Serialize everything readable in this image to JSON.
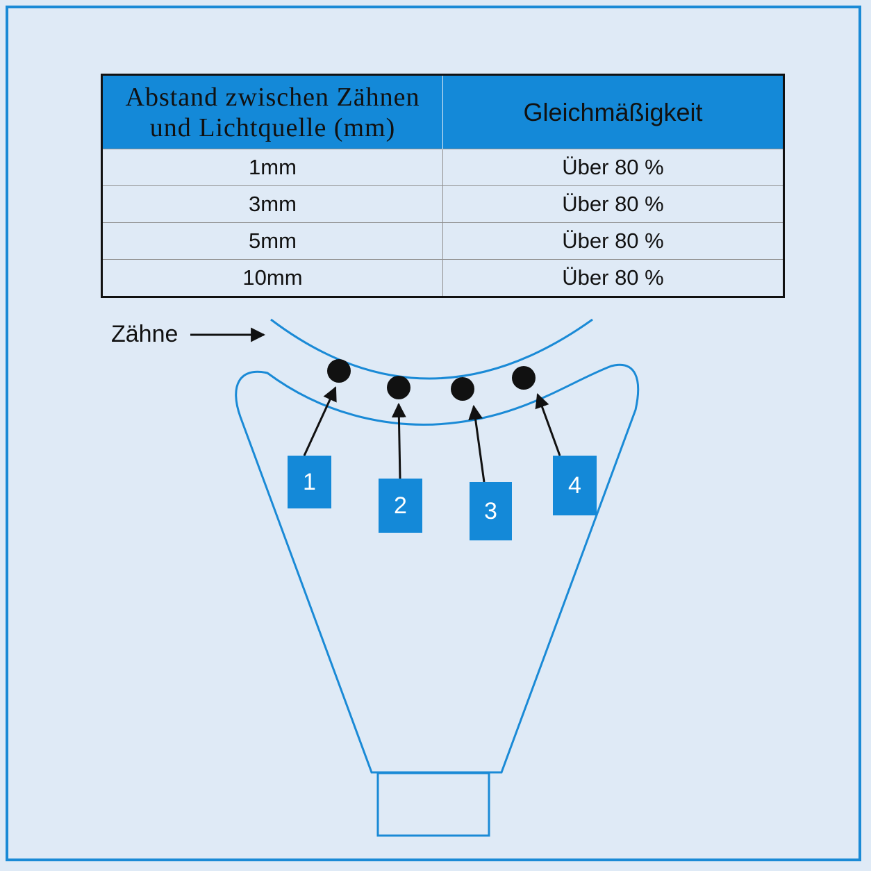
{
  "table": {
    "header_distance": "Abstand zwischen Zähnen und Lichtquelle (mm)",
    "header_distance_line1": "Abstand zwischen Zähnen",
    "header_distance_line2": "und Lichtquelle (mm)",
    "header_uniformity": "Gleichmäßigkeit",
    "rows": [
      {
        "distance": "1mm",
        "uniformity": "Über 80 %"
      },
      {
        "distance": "3mm",
        "uniformity": "Über 80 %"
      },
      {
        "distance": "5mm",
        "uniformity": "Über 80 %"
      },
      {
        "distance": "10mm",
        "uniformity": "Über 80 %"
      }
    ]
  },
  "diagram": {
    "teeth_label": "Zähne",
    "points": [
      "1",
      "2",
      "3",
      "4"
    ]
  },
  "colors": {
    "accent": "#1489d8",
    "outline": "#1a8ad6",
    "background": "#dfeaf6"
  }
}
